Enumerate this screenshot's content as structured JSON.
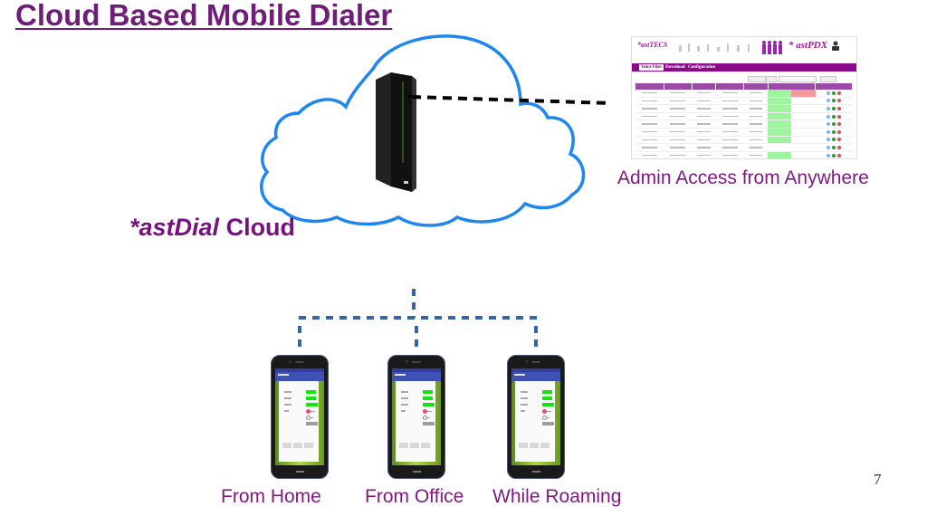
{
  "slide": {
    "title": "Cloud Based Mobile Dialer",
    "page_number": "7",
    "colors": {
      "title": "#6e1e78",
      "labels": "#7d1a7e",
      "cloud_outline": "#1f86f0",
      "connector_lines": "#3465a4",
      "server_link": "#000000"
    }
  },
  "cloud": {
    "label_prefix": "*astDial",
    "label_suffix": " Cloud",
    "server_icon": "server-tower-icon"
  },
  "admin_panel": {
    "caption": "Admin Access from Anywhere",
    "screenshot": {
      "brand_left": "*astTECS",
      "brand_right": "* astPDX",
      "tabs": [
        "Voice Files",
        "Download",
        "Configuration"
      ],
      "active_tab": 0,
      "row_count": 9,
      "accent_color": "#8b0a8b"
    }
  },
  "devices": [
    {
      "label": "From  Home",
      "icon": "smartphone-icon"
    },
    {
      "label": "From Office",
      "icon": "smartphone-icon"
    },
    {
      "label": "While Roaming",
      "icon": "smartphone-icon"
    }
  ]
}
